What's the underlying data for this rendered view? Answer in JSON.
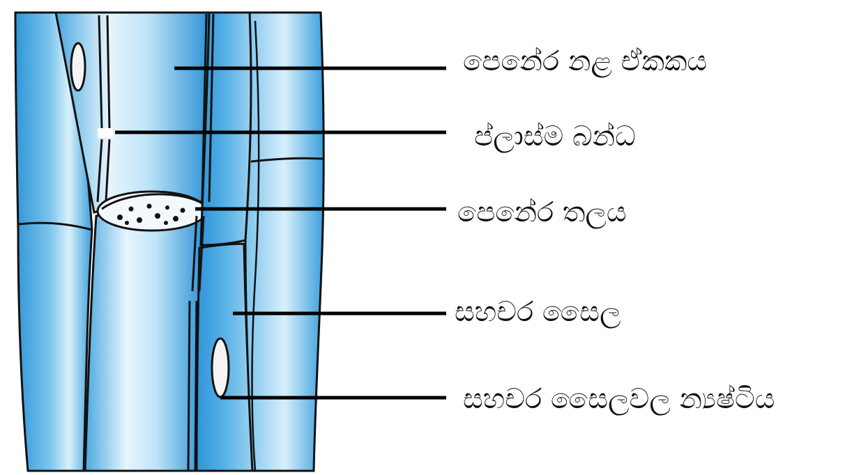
{
  "labels": {
    "sieve_tube_element": "පෙනේර නළ ඒකකය",
    "plasmodesmata": "ප්ලාස්ම බන්ධ",
    "sieve_plate": "පෙනේර තලය",
    "companion_cell": "සහචර සෛල",
    "companion_cell_nucleus": "සහචර සෛලවල න්‍යෂ්ටිය"
  },
  "colors": {
    "cell_fill": "#3a9fdc",
    "cell_highlight": "#e8f6fd",
    "outline": "#111111",
    "leader_line": "#000000"
  }
}
